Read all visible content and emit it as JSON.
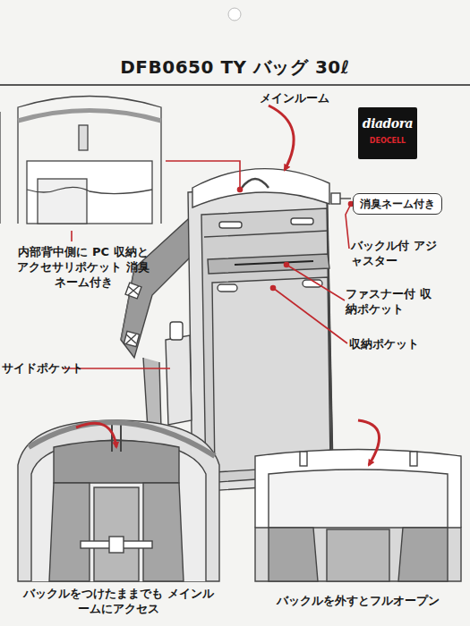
{
  "diagram": {
    "title": "DFB0650 TY バッグ 30ℓ",
    "nodes": [
      {
        "text": [
          "diadora",
          "DEOCELL"
        ]
      },
      {
        "text": [
          "消臭ネーム付き"
        ]
      }
    ],
    "labels": [
      "メインルーム",
      "内部背中側に PC 収納と アクセサリポケット 消臭ネーム付き",
      "サイドポケット",
      "バックル付 アジャスター",
      "ファスナー付 収納ポケット",
      "収納ポケット",
      "バックルをつけたままでも メインルームにアクセス",
      "バックルを外すとフルオープン"
    ]
  }
}
